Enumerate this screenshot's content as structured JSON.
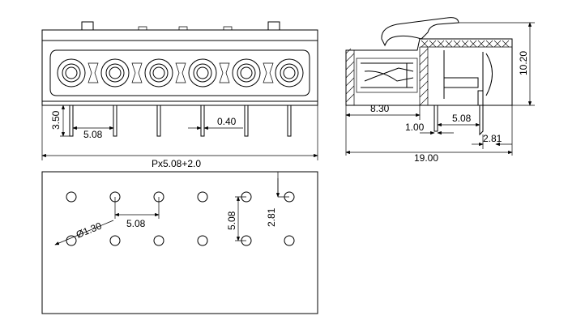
{
  "dimensions": {
    "front": {
      "pitch": "5.08",
      "height": "3.50",
      "pin_width": "0.40",
      "overall": "Px5.08+2.0"
    },
    "side": {
      "height": "10.20",
      "body_depth": "8.30",
      "pin_gap": "1.00",
      "pitch": "5.08",
      "offset": "2.81",
      "length": "19.00"
    },
    "pcb": {
      "hole_diameter": "Ø1.30",
      "pitch_x": "5.08",
      "pitch_y": "5.08",
      "offset_y": "2.81"
    }
  }
}
